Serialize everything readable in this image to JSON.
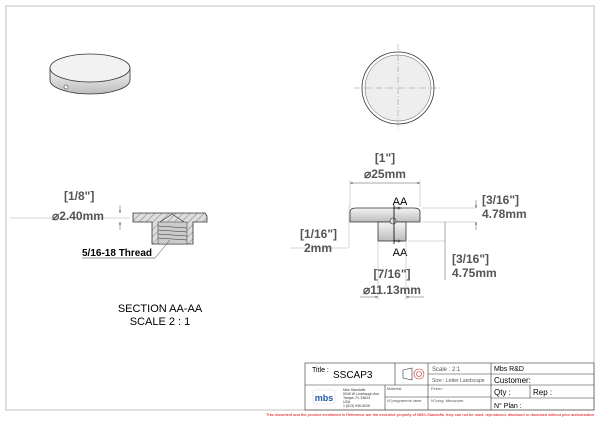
{
  "section_view": {
    "dim_inch": "[1/8\"]",
    "dim_mm": "⌀2.40mm",
    "thread_note": "5/16-18 Thread",
    "section_label": "SECTION AA-AA",
    "scale_label": "SCALE 2 : 1"
  },
  "side_view": {
    "diameter_inch": "[1\"]",
    "diameter_mm": "⌀25mm",
    "section_marker_top": "AA",
    "section_marker_bottom": "AA",
    "cap_height_inch": "[1/16\"]",
    "cap_height_mm": "2mm",
    "total_height_inch": "[3/16\"]",
    "total_height_mm": "4.78mm",
    "boss_height_inch": "[3/16\"]",
    "boss_height_mm": "4.75mm",
    "boss_diameter_inch": "[7/16\"]",
    "boss_diameter_mm": "⌀11.13mm"
  },
  "title_block": {
    "title_label": "Title :",
    "title_value": "SSCAP3",
    "scale": "Scale : 2:1",
    "size": "Size : Letter Landscape",
    "company": "Mbs R&D",
    "customer": "Customer:",
    "qty": "Qty :",
    "rep": "Rep :",
    "plan": "N° Plan :",
    "material": "Material:",
    "finish": "Finish:",
    "laser_program": "N°programme laser",
    "mecanum_program": "N°prog. Mecanum.",
    "logo_text": "mbs",
    "address": [
      "Mbs Standoffs",
      "5046 W Linebaugh Ave",
      "Tampa, FL 33624",
      "USA",
      "1 (813) 936-6025"
    ]
  },
  "footer_notice": "This document and the product mentioned in Reference are the exclusive property of MBS-Standoffs, they can not be used, reproduced, disclosed or disclosed without prior authorization",
  "colors": {
    "notice": "#e00000",
    "logo": "#1e5aa8"
  }
}
